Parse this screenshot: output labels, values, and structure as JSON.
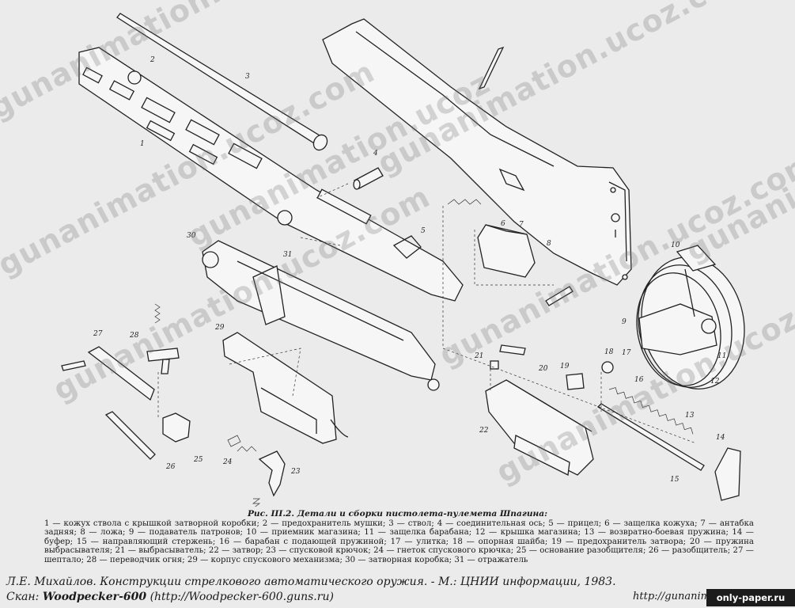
{
  "watermarks": {
    "text": "gunanimation.ucoz.com",
    "short_text": "gunanimation.ucoz",
    "edge_text": "gunanim"
  },
  "parts": {
    "labels": [
      "1",
      "2",
      "3",
      "4",
      "5",
      "6",
      "7",
      "8",
      "9",
      "10",
      "11",
      "12",
      "13",
      "14",
      "15",
      "16",
      "17",
      "18",
      "19",
      "20",
      "21",
      "22",
      "23",
      "24",
      "25",
      "26",
      "27",
      "28",
      "29",
      "30",
      "31"
    ]
  },
  "caption": {
    "title": "Рис. III.2. Детали и сборки пистолета-пулемета Шпагина:",
    "legend": "1 — кожух ствола с крышкой затворной коробки; 2 — предохранитель мушки; 3 — ствол; 4 — соединительная ось; 5 — прицел; 6 — защелка кожуха; 7 — антабка задняя; 8 — ложа; 9 — подаватель патронов; 10 — приемник магазина; 11 — защелка барабана; 12 — крышка магазина; 13 — возвратно-боевая пружина; 14 — буфер; 15 — направляющий стержень; 16 — барабан с подающей пружиной; 17 — улитка; 18 — опорная шайба; 19 — предохранитель затвора; 20 — пружина выбрасывателя; 21 — выбрасыватель; 22 — затвор; 23 — спусковой крючок; 24 — гнеток спускового крючка; 25 — основание разобщителя; 26 — разобщитель; 27 — шептало; 28 — переводчик огня; 29 — корпус спускового механизма; 30 — затворная коробка; 31 — отражатель"
  },
  "credit": {
    "citation": "Л.Е. Михайлов. Конструкции стрелкового автоматического оружия. - М.: ЦНИИ информации, 1983.",
    "scan_prefix": "Скан:",
    "scan_name": "Woodpecker-600",
    "scan_url": "(http://Woodpecker-600.guns.ru)",
    "site_url": "http://gunanimation",
    "badge": "only-paper.ru"
  }
}
